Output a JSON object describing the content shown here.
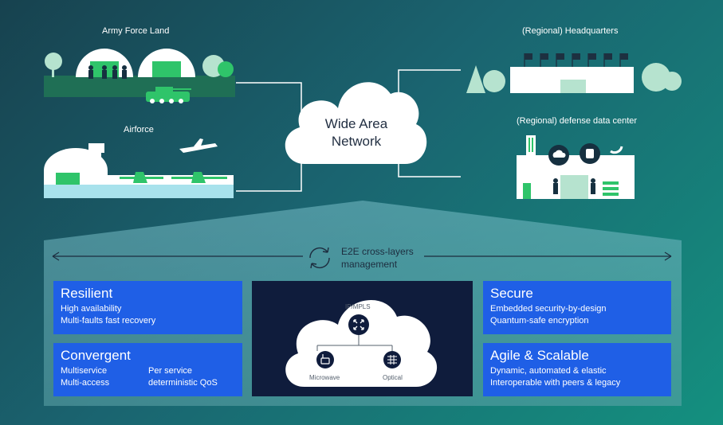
{
  "scenes": {
    "army": "Army Force Land",
    "airforce": "Airforce",
    "hq": "(Regional) Headquarters",
    "datacenter": "(Regional) defense data center"
  },
  "wan": {
    "line1": "Wide Area",
    "line2": "Network"
  },
  "management": {
    "line1": "E2E cross-layers",
    "line2": "management"
  },
  "cards": {
    "resilient": {
      "title": "Resilient",
      "lines": [
        "High availability",
        "Multi-faults fast recovery"
      ]
    },
    "convergent": {
      "title": "Convergent",
      "col1": [
        "Multiservice",
        "Multi-access"
      ],
      "col2": [
        "Per service",
        "deterministic QoS"
      ]
    },
    "secure": {
      "title": "Secure",
      "lines": [
        "Embedded security-by-design",
        "Quantum-safe encryption"
      ]
    },
    "agile": {
      "title": "Agile & Scalable",
      "lines": [
        "Dynamic, automated & elastic",
        "Interoperable with peers & legacy"
      ]
    }
  },
  "network": {
    "top": "IP/MPLS",
    "left": "Microwave",
    "right": "Optical"
  },
  "colors": {
    "accent_blue": "#1f5fe6",
    "dark_panel": "#0f1c3c",
    "green": "#2fc46a"
  }
}
